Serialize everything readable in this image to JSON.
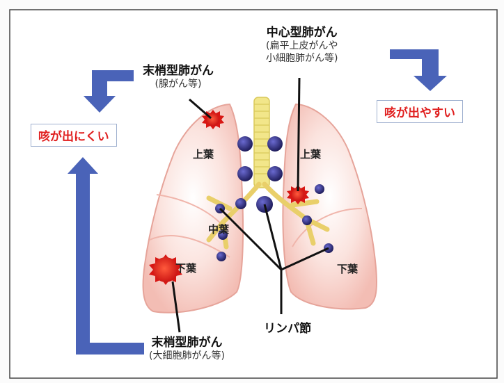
{
  "labels": {
    "central": {
      "title": "中心型肺がん",
      "sub1": "(扁平上皮がんや",
      "sub2": "小細胞肺がん等)"
    },
    "peripheral_upper": {
      "title": "末梢型肺がん",
      "sub": "(腺がん等)"
    },
    "peripheral_lower": {
      "title": "末梢型肺がん",
      "sub": "(大細胞肺がん等)"
    },
    "cough_easy": "咳が出やすい",
    "cough_hard": "咳が出にくい",
    "lymph": "リンパ節",
    "lobes": {
      "right_upper": "上葉",
      "right_middle": "中葉",
      "right_lower": "下葉",
      "left_upper": "上葉",
      "left_lower": "下葉"
    }
  },
  "colors": {
    "arrow": "#4a63b8",
    "lung": "#f6c9c2",
    "lung_edge": "#e9a79d",
    "trachea": "#f2e68a",
    "node": "#2e2d7a",
    "tumor": "#e8201c",
    "callout_text": "#e01f1f"
  }
}
